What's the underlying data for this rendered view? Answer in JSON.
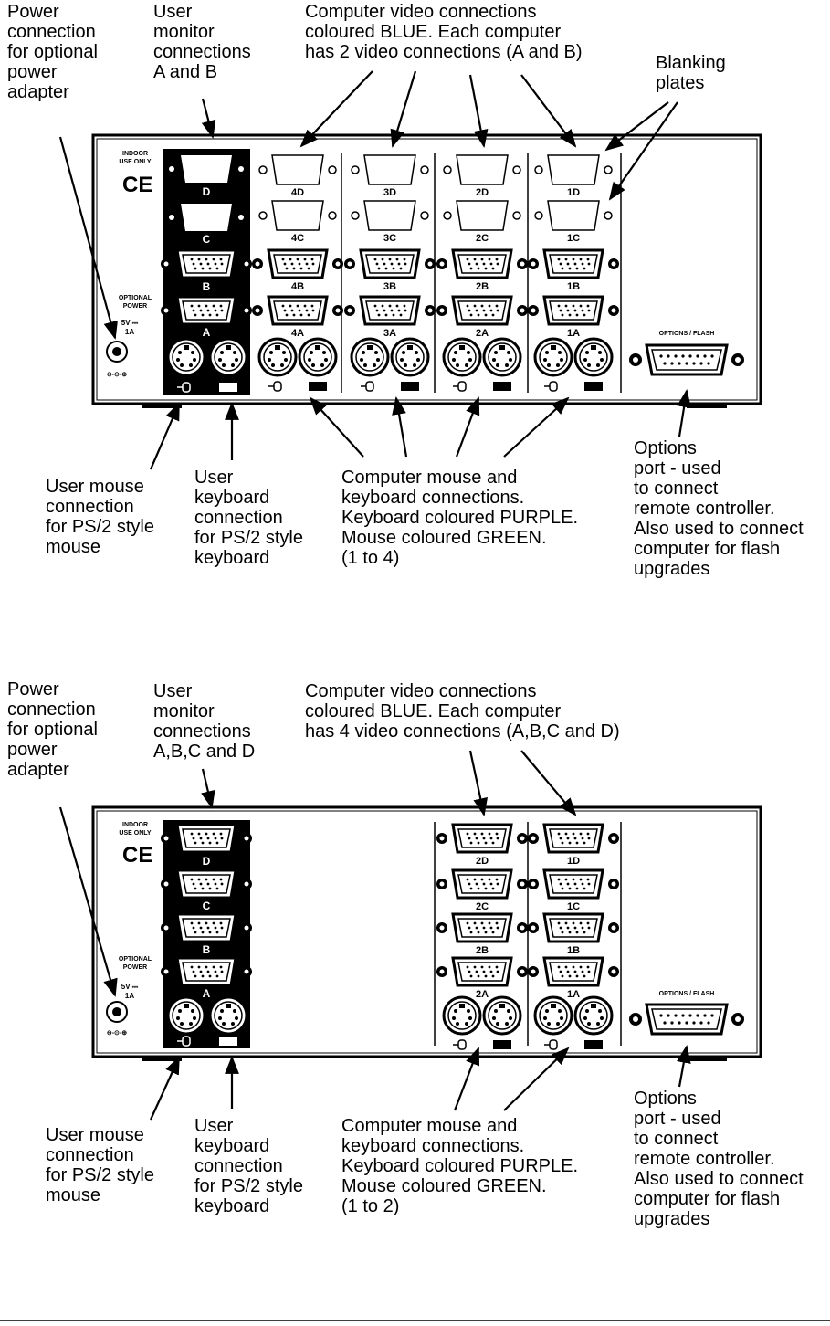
{
  "diagram1": {
    "labels": {
      "power": "Power\nconnection\nfor optional\npower\nadapter",
      "user_monitor": "User\nmonitor\nconnections\nA and B",
      "computer_video": "Computer video connections\ncoloured BLUE. Each computer\nhas 2 video connections (A and B)",
      "blanking": "Blanking\nplates",
      "user_mouse": "User mouse\nconnection\nfor PS/2 style\nmouse",
      "user_keyboard": "User\nkeyboard\nconnection\nfor PS/2 style\nkeyboard",
      "computer_mk": "Computer mouse and\nkeyboard connections.\nKeyboard coloured PURPLE.\nMouse coloured GREEN.\n(1 to 4)",
      "options": "Options\nport - used\nto connect\nremote controller.\nAlso used to connect\ncomputer for flash\nupgrades"
    },
    "panel": {
      "indoor": "INDOOR\nUSE ONLY",
      "ce": "CE",
      "optional_power": "OPTIONAL\nPOWER",
      "power_rating": "5V ⎓\n1A",
      "user_ports": [
        "D",
        "C",
        "B",
        "A"
      ],
      "computer_ports": [
        [
          "4D",
          "4C",
          "4B",
          "4A"
        ],
        [
          "3D",
          "3C",
          "3B",
          "3A"
        ],
        [
          "2D",
          "2C",
          "2B",
          "2A"
        ],
        [
          "1D",
          "1C",
          "1B",
          "1A"
        ]
      ],
      "options_flash": "OPTIONS / FLASH"
    }
  },
  "diagram2": {
    "labels": {
      "power": "Power\nconnection\nfor optional\npower\nadapter",
      "user_monitor": "User\nmonitor\nconnections\nA,B,C and D",
      "computer_video": "Computer video connections\ncoloured BLUE. Each computer\nhas 4 video connections (A,B,C and D)",
      "user_mouse": "User mouse\nconnection\nfor PS/2 style\nmouse",
      "user_keyboard": "User\nkeyboard\nconnection\nfor PS/2 style\nkeyboard",
      "computer_mk": "Computer mouse and\nkeyboard connections.\nKeyboard coloured PURPLE.\nMouse coloured GREEN.\n(1 to 2)",
      "options": "Options\nport - used\nto connect\nremote controller.\nAlso used to connect\ncomputer for flash\nupgrades"
    },
    "panel": {
      "indoor": "INDOOR\nUSE ONLY",
      "ce": "CE",
      "optional_power": "OPTIONAL\nPOWER",
      "power_rating": "5V ⎓\n1A",
      "user_ports": [
        "D",
        "C",
        "B",
        "A"
      ],
      "computer_ports": [
        [
          "2D",
          "2C",
          "2B",
          "2A"
        ],
        [
          "1D",
          "1C",
          "1B",
          "1A"
        ]
      ],
      "options_flash": "OPTIONS / FLASH"
    }
  },
  "colors": {
    "panel_black": "#000000",
    "line": "#000000"
  }
}
